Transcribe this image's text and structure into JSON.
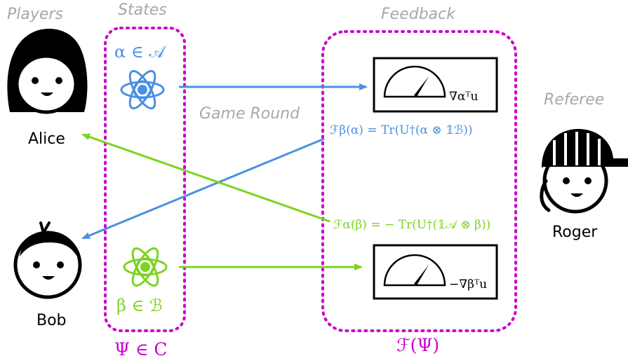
{
  "headers": {
    "players": "Players",
    "states": "States",
    "feedback": "Feedback",
    "referee": "Referee",
    "game_round": "Game Round"
  },
  "players": {
    "alice": "Alice",
    "bob": "Bob",
    "roger": "Roger"
  },
  "states": {
    "alpha": "α ∈ 𝒜",
    "beta": "β ∈ ℬ",
    "psi": "Ψ ∈ C"
  },
  "feedback": {
    "f_psi": "ℱ(Ψ)",
    "f_beta_alpha": "ℱβ(α) = Tr(U†(α ⊗ 𝟙ℬ))",
    "f_alpha_beta": "ℱα(β) = − Tr(U†(𝟙𝒜 ⊗ β))",
    "gauge_top": "∇αᵀu",
    "gauge_bottom": "−∇βᵀu"
  },
  "colors": {
    "alice_channel": "#4a90e2",
    "bob_channel": "#7ed321",
    "container": "#cc00cc",
    "header": "#a8a8a8"
  }
}
